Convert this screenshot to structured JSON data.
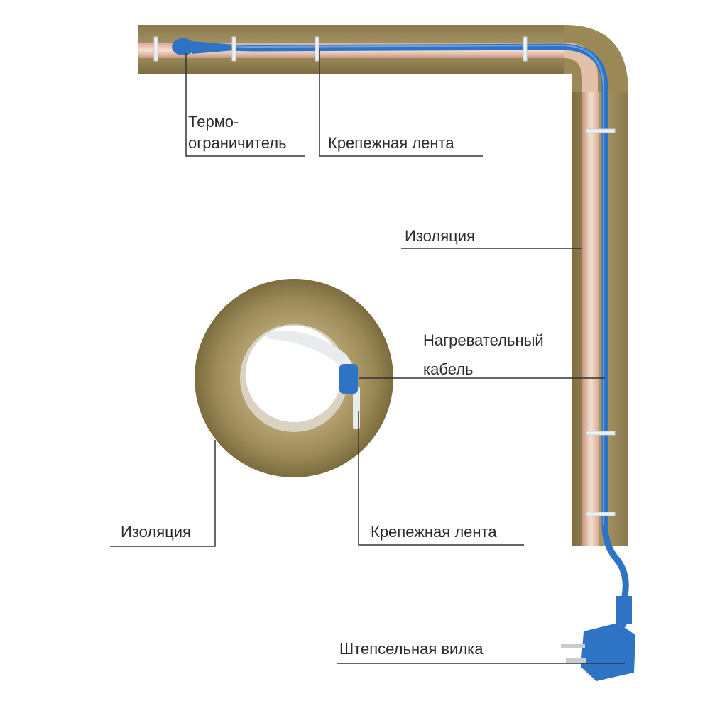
{
  "labels": {
    "thermostat_line1": "Термо-",
    "thermostat_line2": "ограничитель",
    "tape_top": "Крепежная лента",
    "insulation_right": "Изоляция",
    "cable_line1": "Нагревательный",
    "cable_line2": "кабель",
    "insulation_left": "Изоляция",
    "tape_bottom": "Крепежная лента",
    "plug": "Штепсельная вилка"
  },
  "colors": {
    "insulation": "#9a8856",
    "insulation_dark": "#7f6f42",
    "pipe": "#e8c9b4",
    "cable": "#2f74c4",
    "cable_dark": "#1f5aa0",
    "tie": "#e9ecef",
    "leader": "#333333"
  }
}
